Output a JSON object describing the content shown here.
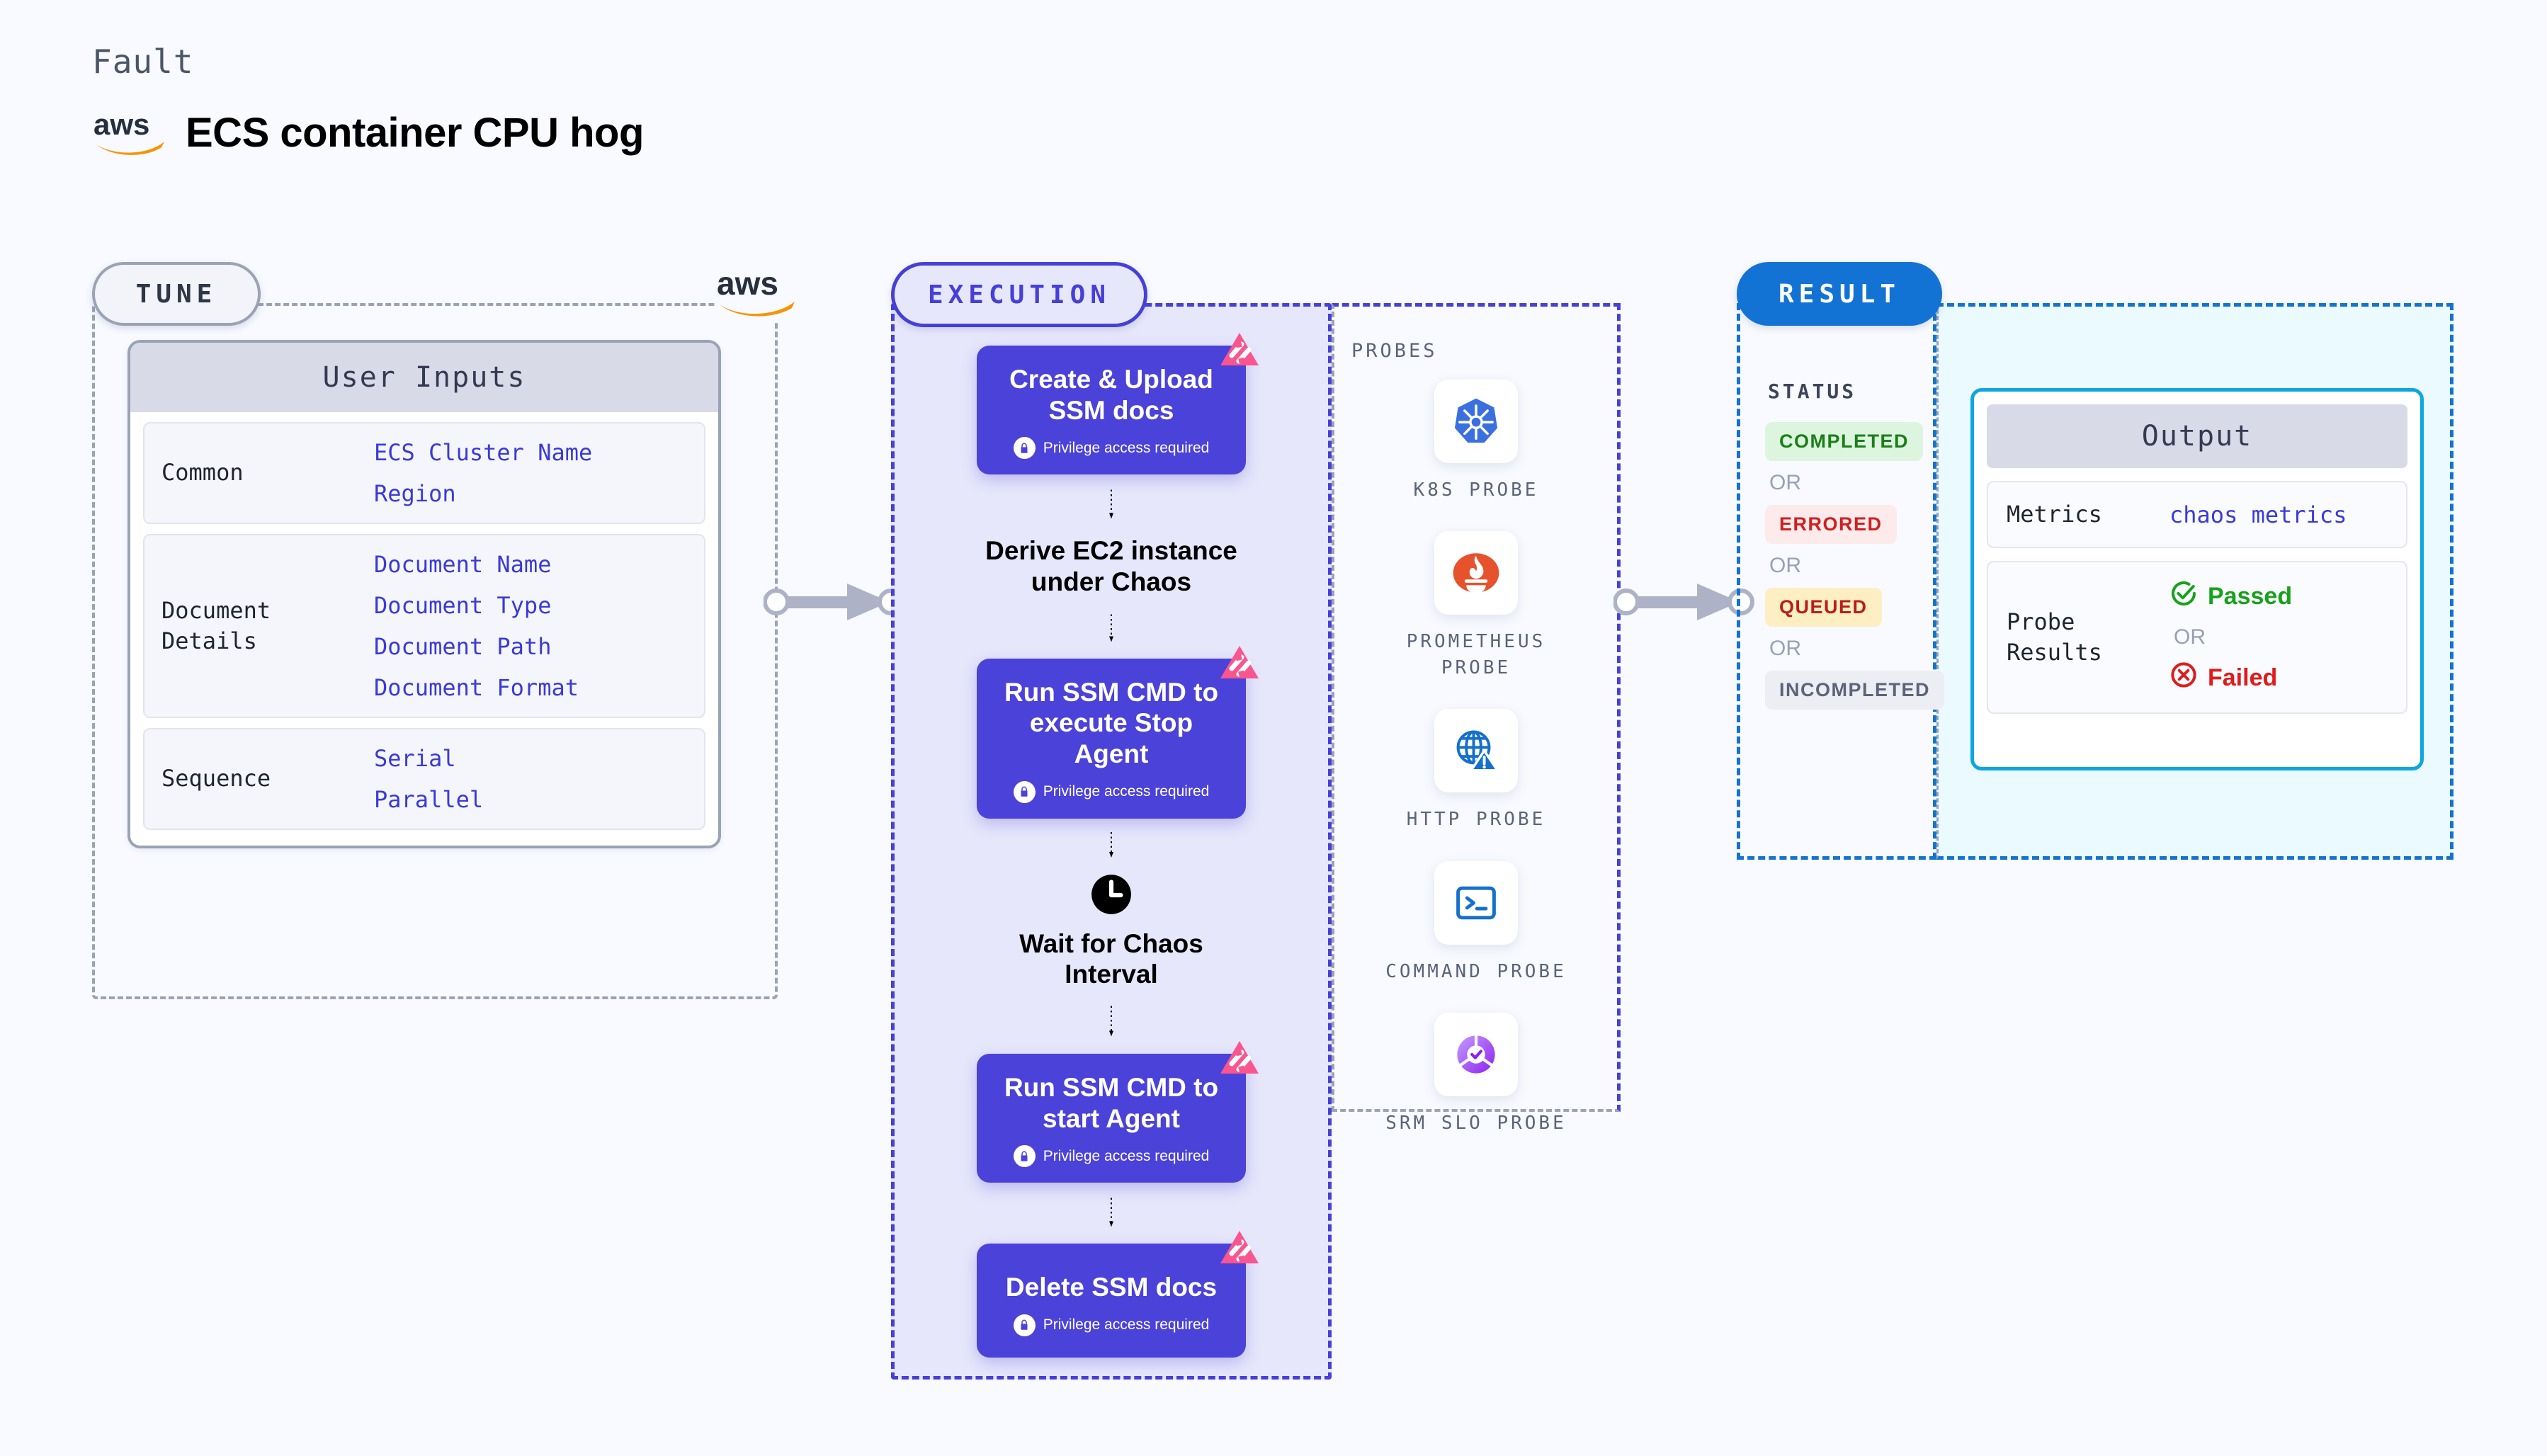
{
  "header": {
    "fault_label": "Fault",
    "title": "ECS container CPU hog",
    "logo": "aws-logo"
  },
  "tune": {
    "pill_label": "TUNE",
    "corner_logo": "aws-logo",
    "card_title": "User Inputs",
    "rows": [
      {
        "label": "Common",
        "values": [
          "ECS Cluster Name",
          "Region"
        ]
      },
      {
        "label": "Document\nDetails",
        "values": [
          "Document Name",
          "Document Type",
          "Document Path",
          "Document Format"
        ]
      },
      {
        "label": "Sequence",
        "values": [
          "Serial",
          "Parallel"
        ]
      }
    ]
  },
  "execution": {
    "pill_label": "EXECUTION",
    "privilege_note": "Privilege access required",
    "steps": [
      {
        "type": "box",
        "title": "Create & Upload SSM docs",
        "privileged": true,
        "badge": "chaos-badge-icon"
      },
      {
        "type": "plain",
        "title": "Derive EC2 instance under Chaos",
        "privileged": false,
        "badge": ""
      },
      {
        "type": "box",
        "title": "Run SSM CMD to execute Stop Agent",
        "privileged": true,
        "badge": "chaos-badge-icon"
      },
      {
        "type": "clock",
        "title": "Wait for Chaos Interval",
        "privileged": false,
        "badge": "clock-icon"
      },
      {
        "type": "box",
        "title": "Run SSM CMD to start Agent",
        "privileged": true,
        "badge": "chaos-badge-icon"
      },
      {
        "type": "box",
        "title": "Delete SSM docs",
        "privileged": true,
        "badge": "chaos-badge-icon"
      }
    ]
  },
  "probes": {
    "section_label": "PROBES",
    "items": [
      {
        "name": "K8S PROBE",
        "icon": "kubernetes-icon"
      },
      {
        "name": "PROMETHEUS PROBE",
        "icon": "prometheus-icon"
      },
      {
        "name": "HTTP PROBE",
        "icon": "http-globe-warning-icon"
      },
      {
        "name": "COMMAND PROBE",
        "icon": "terminal-icon"
      },
      {
        "name": "SRM SLO PROBE",
        "icon": "srm-slo-icon"
      }
    ]
  },
  "result": {
    "pill_label": "RESULT",
    "status_label": "STATUS",
    "or_label": "OR",
    "statuses": [
      {
        "text": "COMPLETED",
        "color": "#1a7f1a",
        "bg": "#ddf5de"
      },
      {
        "text": "ERRORED",
        "color": "#cf2020",
        "bg": "#fdeaea"
      },
      {
        "text": "QUEUED",
        "color": "#b81e1e",
        "bg": "#fdeec3"
      },
      {
        "text": "INCOMPLETED",
        "color": "#5b6478",
        "bg": "#eceef4"
      }
    ],
    "output": {
      "title": "Output",
      "metrics_label": "Metrics",
      "metrics_value": "chaos metrics",
      "probe_results_label": "Probe\nResults",
      "passed": "Passed",
      "failed": "Failed",
      "or_label": "OR"
    }
  },
  "colors": {
    "accent_purple": "#4b42d9",
    "accent_blue": "#1273d4",
    "chaos_pink": "#f9558f",
    "link_blue": "#3a3ad8",
    "background": "#f8faff"
  }
}
